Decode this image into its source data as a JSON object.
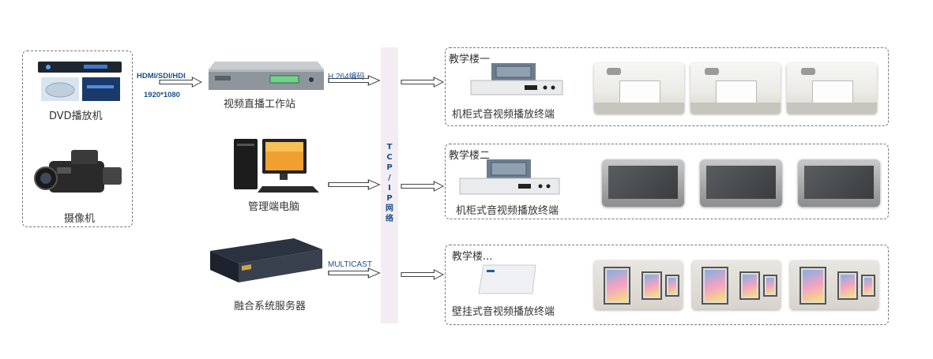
{
  "sources": {
    "dvd_label": "DVD播放机",
    "camera_label": "摄像机"
  },
  "links": {
    "hdmi_label": "HDMI/SDI/HDI",
    "resolution_label": "1920*1080",
    "h264_label": "H.264编码",
    "multicast_label": "MULTICAST"
  },
  "devices": {
    "workstation_label": "视频直播工作站",
    "admin_pc_label": "管理端电脑",
    "server_label": "融合系统服务器"
  },
  "network": {
    "label_chars": [
      "T",
      "C",
      "P",
      "/",
      "I",
      "P",
      "网",
      "络"
    ]
  },
  "buildings": [
    {
      "title": "教学楼一",
      "terminal_label": "机柜式音视频播放终端"
    },
    {
      "title": "教学楼二",
      "terminal_label": "机柜式音视频播放终端"
    },
    {
      "title": "教学楼...",
      "terminal_label": "壁挂式音视频播放终端"
    }
  ],
  "colors": {
    "link_text": "#1b4f8a",
    "network_band": "#f3edf3",
    "dashed_border": "#777777"
  }
}
